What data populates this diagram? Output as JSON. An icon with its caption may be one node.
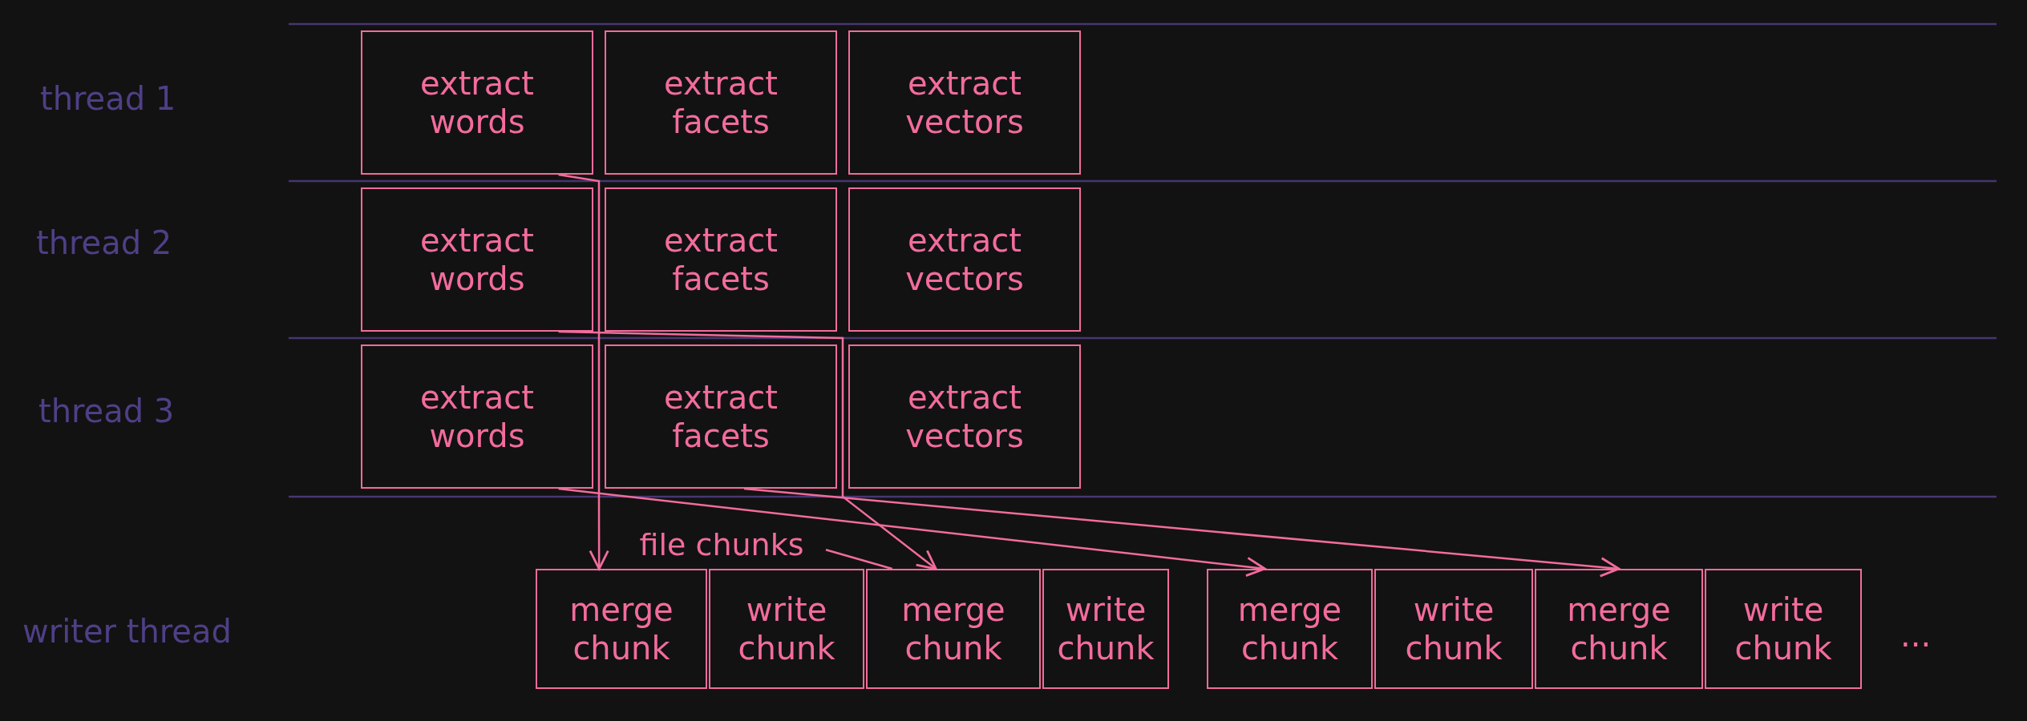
{
  "diagram": {
    "nodes": [
      {
        "text": [
          "extract words"
        ]
      },
      {
        "text": [
          "extract facets"
        ]
      },
      {
        "text": [
          "extract vectors"
        ]
      },
      {
        "text": [
          "extract words"
        ]
      },
      {
        "text": [
          "extract facets"
        ]
      },
      {
        "text": [
          "extract vectors"
        ]
      },
      {
        "text": [
          "extract words"
        ]
      },
      {
        "text": [
          "extract facets"
        ]
      },
      {
        "text": [
          "extract vectors"
        ]
      },
      {
        "text": [
          "merge chunk"
        ]
      },
      {
        "text": [
          "write chunk"
        ]
      },
      {
        "text": [
          "merge chunk"
        ]
      },
      {
        "text": [
          "write chunk"
        ]
      },
      {
        "text": [
          "merge chunk"
        ]
      },
      {
        "text": [
          "write chunk"
        ]
      },
      {
        "text": [
          "merge chunk"
        ]
      },
      {
        "text": [
          "write chunk"
        ]
      },
      {
        "text": [
          "file chunks"
        ]
      }
    ],
    "edges": [
      {
        "from": 0,
        "to": 9,
        "arrow": "to"
      },
      {
        "from": 3,
        "to": 11,
        "arrow": "to"
      },
      {
        "from": 6,
        "to": 13,
        "arrow": "to"
      },
      {
        "from": 7,
        "to": 15,
        "arrow": "to"
      },
      {
        "from": 17,
        "to": 11,
        "arrow": "none"
      }
    ],
    "labels": [
      "thread 1",
      "thread 2",
      "thread 3",
      "writer thread",
      "..."
    ]
  }
}
